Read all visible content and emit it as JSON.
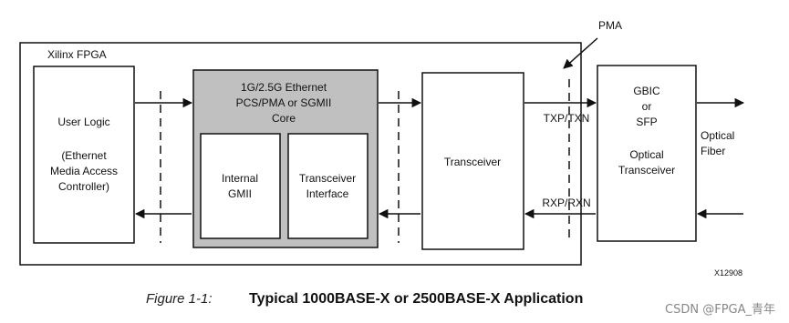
{
  "fpga": {
    "label": "Xilinx FPGA"
  },
  "user_logic": {
    "title": "User Logic",
    "desc": [
      "(Ethernet",
      "Media Access",
      "Controller)"
    ]
  },
  "core": {
    "title": [
      "1G/2.5G Ethernet",
      "PCS/PMA or SGMII",
      "Core"
    ],
    "internal_gmii": [
      "Internal",
      "GMII"
    ],
    "transceiver_interface": [
      "Transceiver",
      "Interface"
    ]
  },
  "transceiver": {
    "label": "Transceiver"
  },
  "optical": {
    "title": [
      "GBIC",
      "or",
      "SFP"
    ],
    "desc": [
      "Optical",
      "Transceiver"
    ]
  },
  "signals": {
    "tx": "TXP/TXN",
    "rx": "RXP/RXN"
  },
  "pma_label": "PMA",
  "fiber": [
    "Optical",
    "Fiber"
  ],
  "figure_id": "X12908",
  "caption": {
    "number": "Figure 1-1:",
    "title": "Typical 1000BASE-X or 2500BASE-X Application"
  },
  "watermark": "CSDN @FPGA_青年",
  "colors": {
    "core_fill": "#c0c0c0",
    "line": "#111111",
    "box_fill": "#ffffff"
  }
}
